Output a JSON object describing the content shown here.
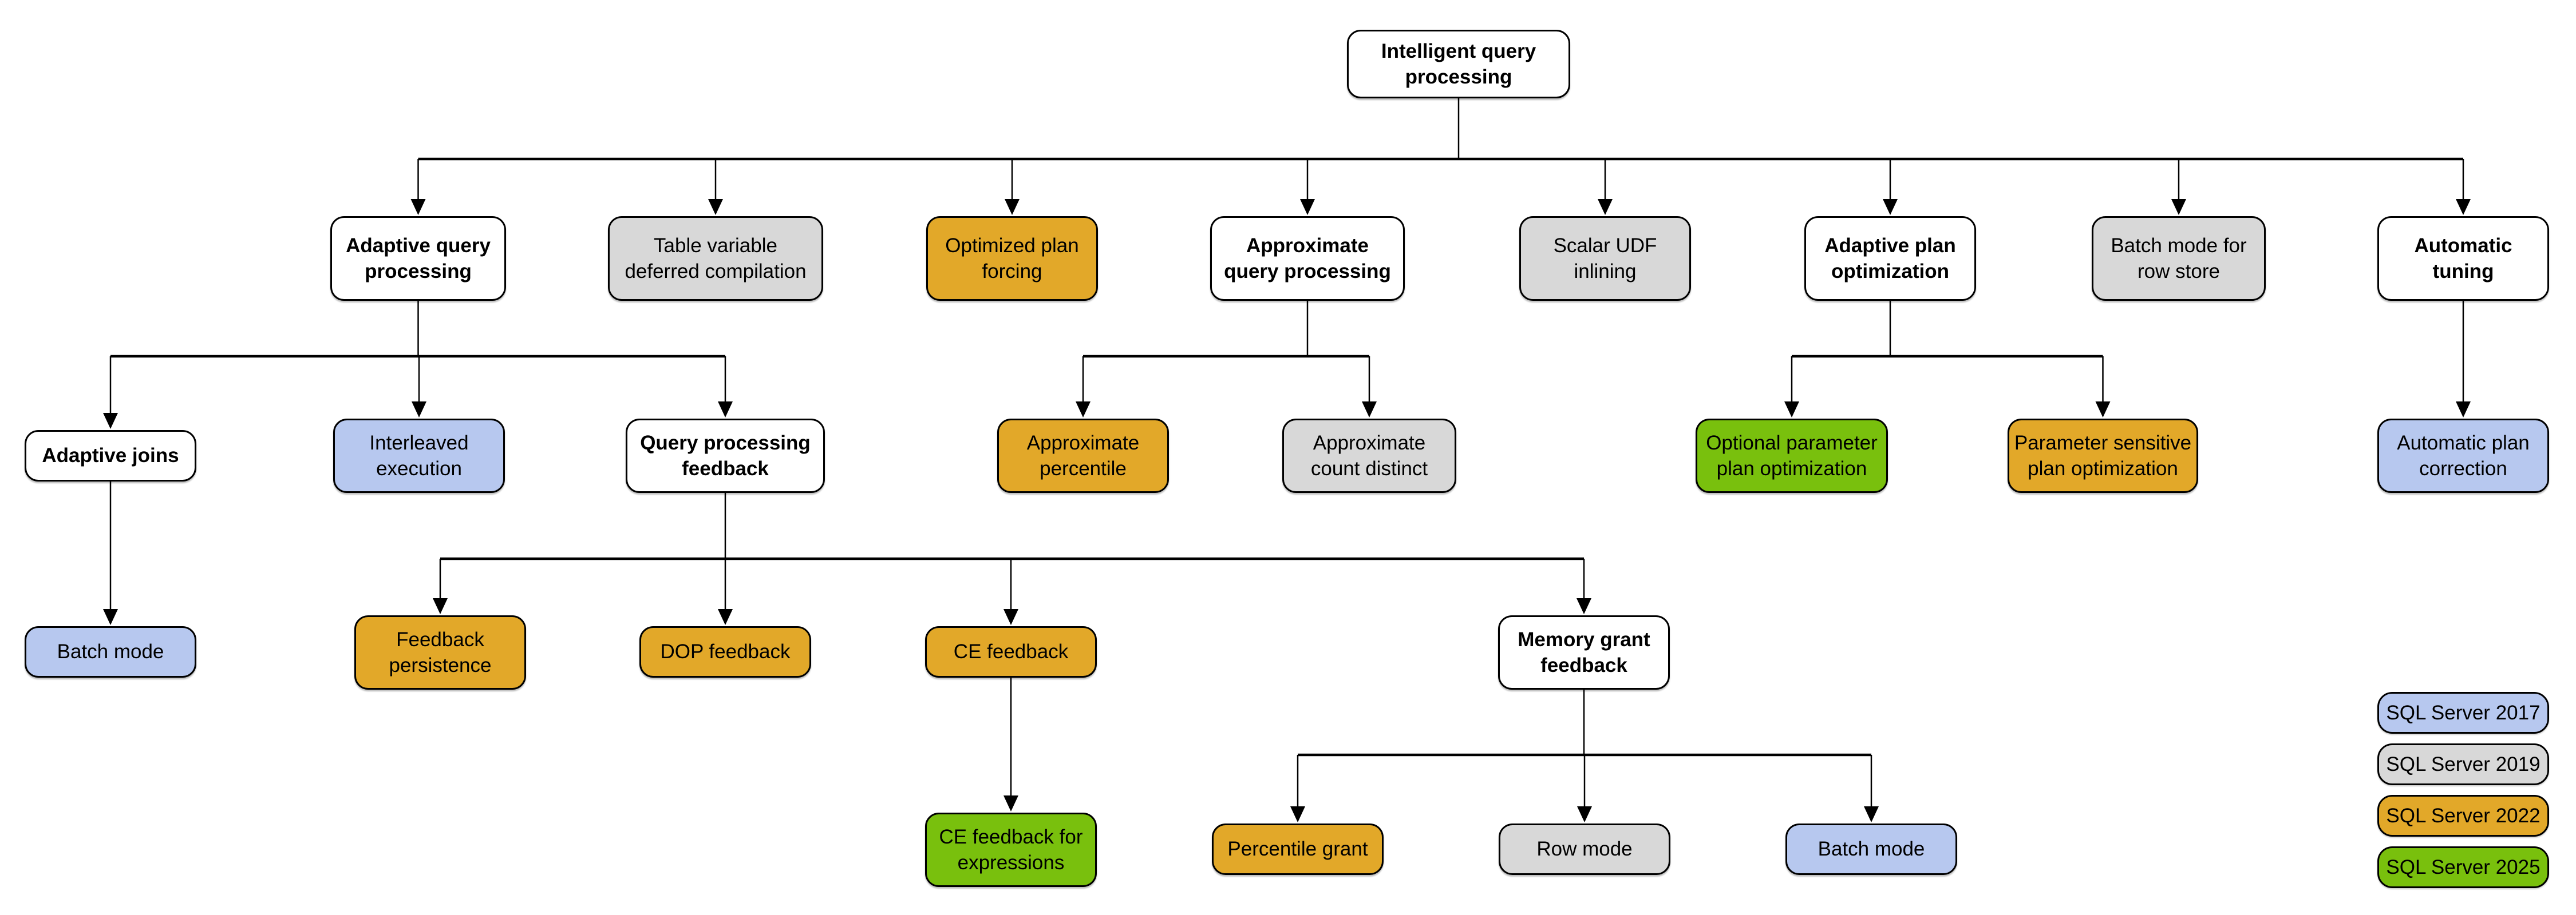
{
  "diagram": {
    "nodes": [
      {
        "id": "root",
        "label": "Intelligent query\nprocessing",
        "version": "base"
      },
      {
        "id": "adaptive-query-processing",
        "label": "Adaptive query\nprocessing",
        "version": "base"
      },
      {
        "id": "table-variable-deferred-compilation",
        "label": "Table variable\ndeferred compilation",
        "version": "2019"
      },
      {
        "id": "optimized-plan-forcing",
        "label": "Optimized plan\nforcing",
        "version": "2022"
      },
      {
        "id": "approximate-query-processing",
        "label": "Approximate\nquery processing",
        "version": "base"
      },
      {
        "id": "scalar-udf-inlining",
        "label": "Scalar UDF\ninlining",
        "version": "2019"
      },
      {
        "id": "adaptive-plan-optimization",
        "label": "Adaptive plan\noptimization",
        "version": "base"
      },
      {
        "id": "batch-mode-for-row-store",
        "label": "Batch mode for\nrow store",
        "version": "2019"
      },
      {
        "id": "automatic-tuning",
        "label": "Automatic\ntuning",
        "version": "base"
      },
      {
        "id": "adaptive-joins",
        "label": "Adaptive joins",
        "version": "base"
      },
      {
        "id": "interleaved-execution",
        "label": "Interleaved\nexecution",
        "version": "2017"
      },
      {
        "id": "query-processing-feedback",
        "label": "Query processing\nfeedback",
        "version": "base"
      },
      {
        "id": "approximate-percentile",
        "label": "Approximate\npercentile",
        "version": "2022"
      },
      {
        "id": "approximate-count-distinct",
        "label": "Approximate\ncount distinct",
        "version": "2019"
      },
      {
        "id": "optional-parameter-plan-optimization",
        "label": "Optional parameter\nplan optimization",
        "version": "2025"
      },
      {
        "id": "parameter-sensitive-plan-optimization",
        "label": "Parameter sensitive\nplan optimization",
        "version": "2022"
      },
      {
        "id": "automatic-plan-correction",
        "label": "Automatic plan\ncorrection",
        "version": "2017"
      },
      {
        "id": "batch-mode-under-adaptive-joins",
        "label": "Batch mode",
        "version": "2017"
      },
      {
        "id": "feedback-persistence",
        "label": "Feedback\npersistence",
        "version": "2022"
      },
      {
        "id": "dop-feedback",
        "label": "DOP feedback",
        "version": "2022"
      },
      {
        "id": "ce-feedback",
        "label": "CE feedback",
        "version": "2022"
      },
      {
        "id": "memory-grant-feedback",
        "label": "Memory grant\nfeedback",
        "version": "base"
      },
      {
        "id": "ce-feedback-for-expressions",
        "label": "CE feedback for\nexpressions",
        "version": "2025"
      },
      {
        "id": "percentile-grant",
        "label": "Percentile grant",
        "version": "2022"
      },
      {
        "id": "row-mode",
        "label": "Row mode",
        "version": "2019"
      },
      {
        "id": "batch-mode-under-memory-grant",
        "label": "Batch mode",
        "version": "2017"
      }
    ],
    "hierarchy": [
      {
        "parent": "root",
        "children": [
          "adaptive-query-processing",
          "table-variable-deferred-compilation",
          "optimized-plan-forcing",
          "approximate-query-processing",
          "scalar-udf-inlining",
          "adaptive-plan-optimization",
          "batch-mode-for-row-store",
          "automatic-tuning"
        ]
      },
      {
        "parent": "adaptive-query-processing",
        "children": [
          "adaptive-joins",
          "interleaved-execution",
          "query-processing-feedback"
        ]
      },
      {
        "parent": "approximate-query-processing",
        "children": [
          "approximate-percentile",
          "approximate-count-distinct"
        ]
      },
      {
        "parent": "adaptive-plan-optimization",
        "children": [
          "optional-parameter-plan-optimization",
          "parameter-sensitive-plan-optimization"
        ]
      },
      {
        "parent": "automatic-tuning",
        "children": [
          "automatic-plan-correction"
        ]
      },
      {
        "parent": "adaptive-joins",
        "children": [
          "batch-mode-under-adaptive-joins"
        ]
      },
      {
        "parent": "query-processing-feedback",
        "children": [
          "feedback-persistence",
          "dop-feedback",
          "ce-feedback",
          "memory-grant-feedback"
        ]
      },
      {
        "parent": "ce-feedback",
        "children": [
          "ce-feedback-for-expressions"
        ]
      },
      {
        "parent": "memory-grant-feedback",
        "children": [
          "percentile-grant",
          "row-mode",
          "batch-mode-under-memory-grant"
        ]
      }
    ],
    "versions": {
      "2017": {
        "label": "SQL Server 2017",
        "color": "#B7C8EF"
      },
      "2019": {
        "label": "SQL Server 2019",
        "color": "#D8D8D8"
      },
      "2022": {
        "label": "SQL Server 2022",
        "color": "#E2A829"
      },
      "2025": {
        "label": "SQL Server 2025",
        "color": "#79C00D"
      },
      "base": {
        "label": "",
        "color": "#FFFFFF"
      }
    },
    "legend_order": [
      "2017",
      "2019",
      "2022",
      "2025"
    ],
    "line_color": "#000000"
  }
}
